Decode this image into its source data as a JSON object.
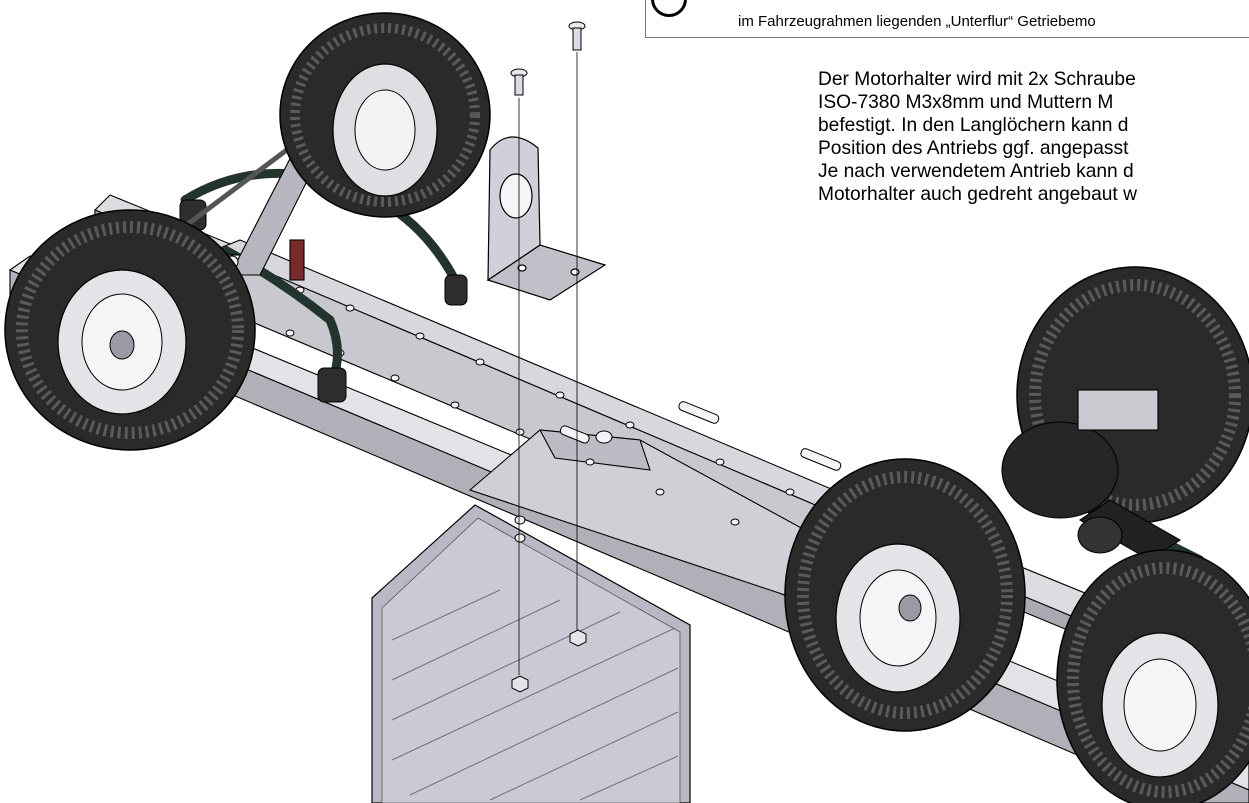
{
  "note_box": {
    "text": "im Fahrzeugrahmen liegenden „Unterflur“ Getriebemo"
  },
  "description": {
    "lines": [
      "Der Motorhalter wird mit 2x Schraube",
      "ISO-7380  M3x8mm  und  Muttern  M",
      "befestigt.  In den Langlöchern kann d",
      "Position des Antriebs ggf. angepasst",
      "Je nach verwendetem Antrieb kann d",
      "Motorhalter auch gedreht angebaut w"
    ]
  },
  "illustration": {
    "subject": "truck-chassis-exploded-view",
    "colors": {
      "frame": "#d9d9de",
      "frame_dark": "#a9a9b1",
      "tire": "#3a3a3a",
      "tire_dark": "#1e1e1e",
      "rim": "#e6e6ea",
      "spring": "#23332d",
      "plate": "#b9b9c6",
      "line": "#000000"
    }
  }
}
